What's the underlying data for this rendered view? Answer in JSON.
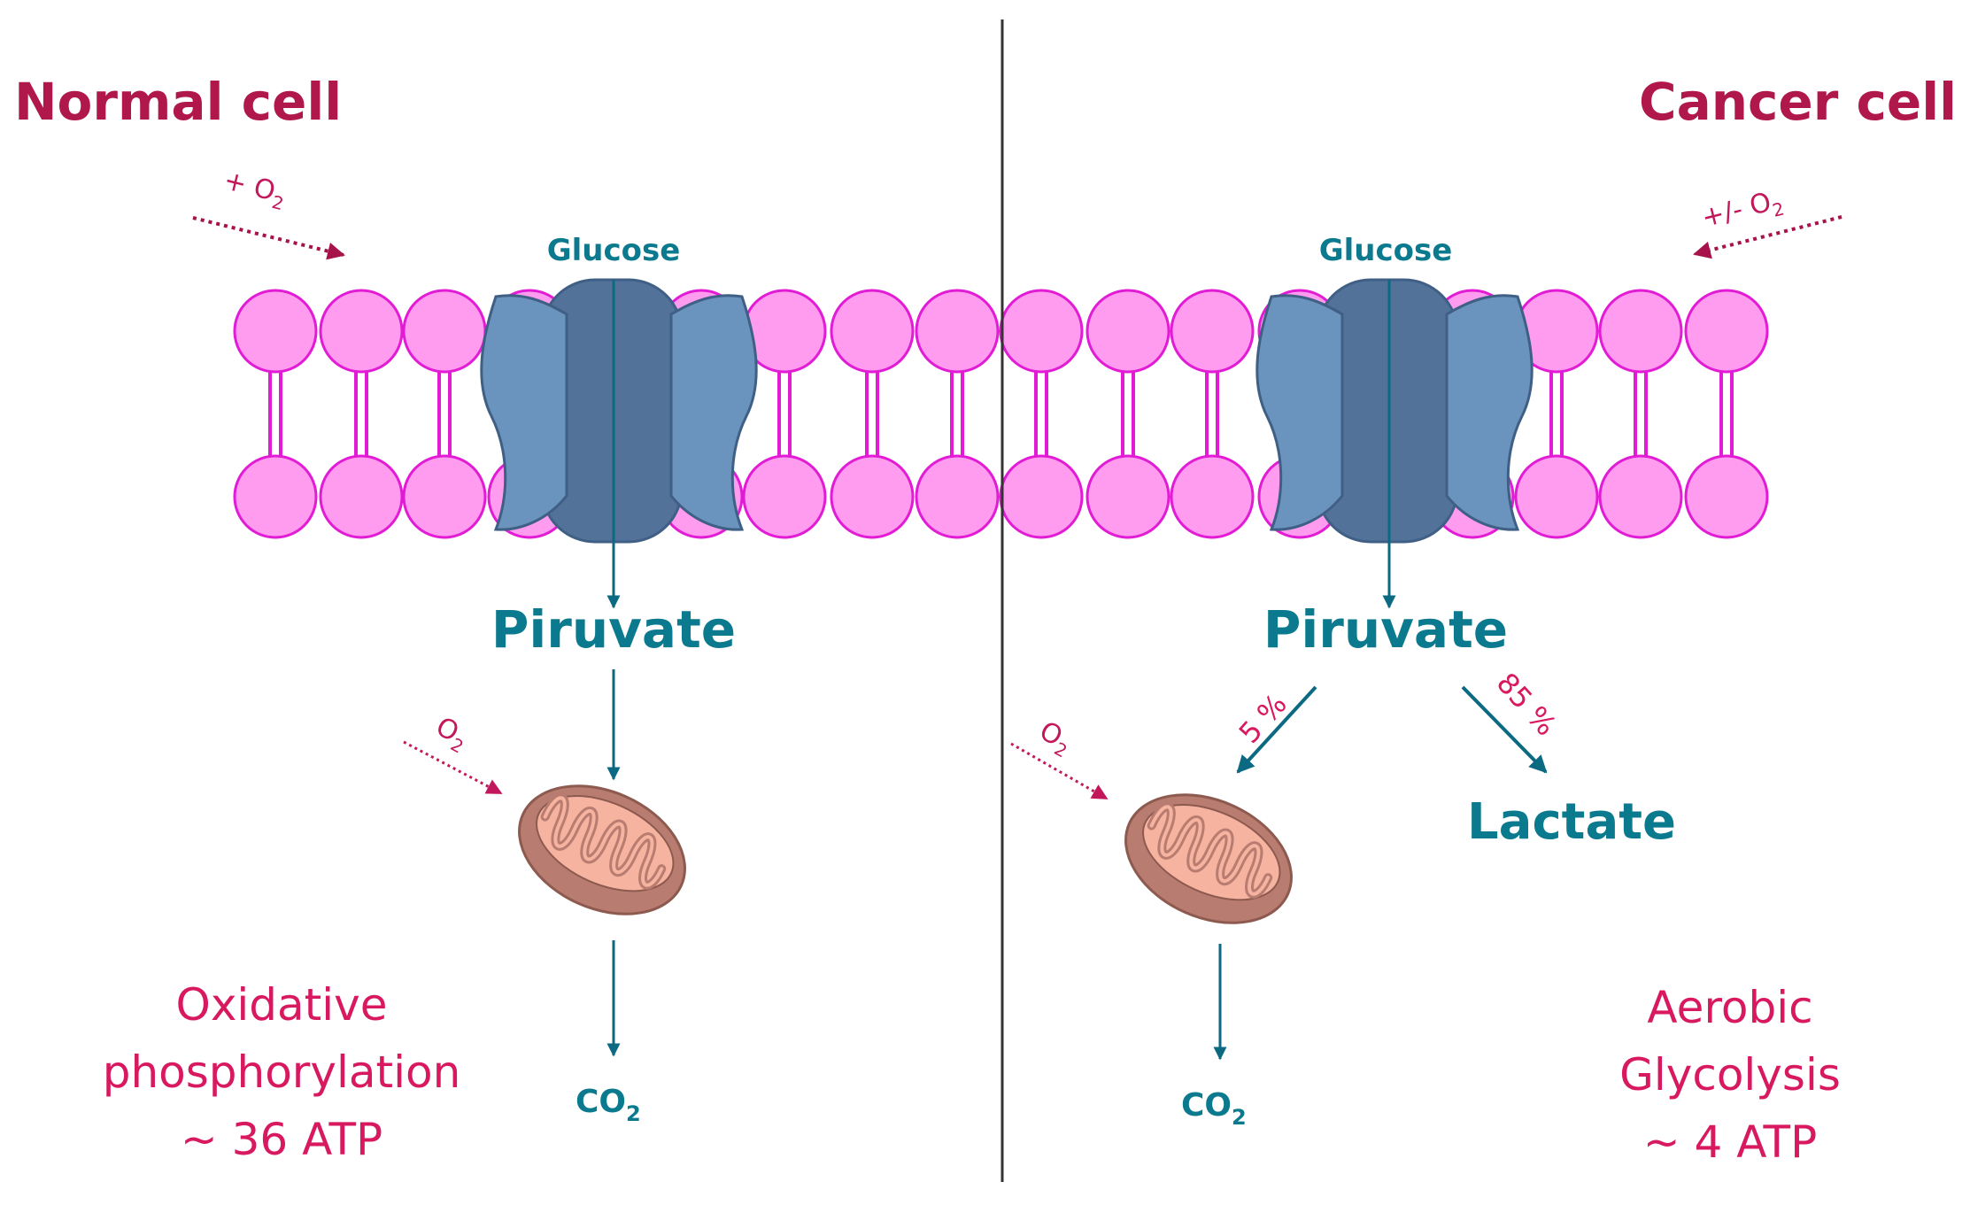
{
  "colors": {
    "title": "#b0174b",
    "teal": "#0b7a8e",
    "pink_text": "#d8185f",
    "arrow_red": "#a8124a",
    "membrane_fill": "#ff9cf0",
    "membrane_stroke": "#e21bd4",
    "transporter": "#6a93bd",
    "transporter_dark": "#52729a",
    "divider": "#333333",
    "mito_outer": "#b97c70",
    "mito_inner": "#f5b3a0"
  },
  "left": {
    "title": "Normal cell",
    "o2_in": {
      "prefix": "+ O",
      "sub": "2"
    },
    "glucose": "Glucose",
    "piruvate": "Piruvate",
    "mito_o2": {
      "prefix": "O",
      "sub": "2"
    },
    "co2": {
      "prefix": "CO",
      "sub": "2"
    },
    "process": [
      "Oxidative",
      "phosphorylation",
      "~ 36 ATP"
    ]
  },
  "right": {
    "title": "Cancer cell",
    "o2_in": {
      "prefix": "+/-  O",
      "sub": "2"
    },
    "glucose": "Glucose",
    "piruvate": "Piruvate",
    "mito_o2": {
      "prefix": "O",
      "sub": "2"
    },
    "co2": {
      "prefix": "CO",
      "sub": "2"
    },
    "pct_mito": "5 %",
    "pct_lactate": "85 %",
    "lactate": "Lactate",
    "process": [
      "Aerobic",
      "Glycolysis",
      "~ 4 ATP"
    ]
  }
}
